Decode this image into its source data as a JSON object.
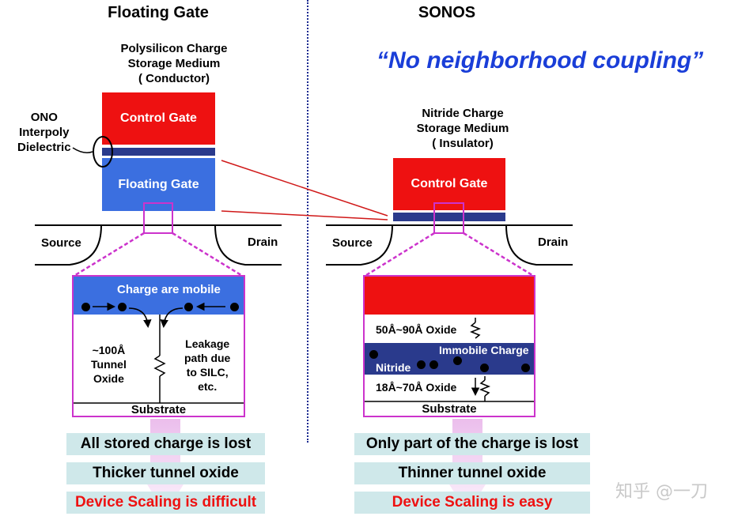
{
  "left": {
    "title": "Floating Gate",
    "storage_label": [
      "Polysilicon Charge",
      "Storage Medium",
      "( Conductor)"
    ],
    "ono_label": [
      "ONO",
      "Interpoly",
      "Dielectric"
    ],
    "control_gate": "Control Gate",
    "floating_gate": "Floating Gate",
    "source": "Source",
    "drain": "Drain",
    "detail": {
      "top_label": "Charge are mobile",
      "oxide_label": [
        "~100Å",
        "Tunnel",
        "Oxide"
      ],
      "leakage_label": [
        "Leakage",
        "path due",
        "to SILC,",
        "etc."
      ],
      "substrate": "Substrate"
    },
    "statements": [
      "All stored charge is lost",
      "Thicker tunnel oxide",
      "Device Scaling is difficult"
    ]
  },
  "right": {
    "title": "SONOS",
    "quote": "“No neighborhood coupling”",
    "storage_label": [
      "Nitride Charge",
      "Storage Medium",
      "( Insulator)"
    ],
    "control_gate": "Control Gate",
    "source": "Source",
    "drain": "Drain",
    "detail": {
      "top_oxide": "50Å~90Å  Oxide",
      "immobile": "Immobile Charge",
      "nitride": "Nitride",
      "tunnel_oxide": "18Å~70Å  Oxide",
      "substrate": "Substrate"
    },
    "statements": [
      "Only part of the charge is lost",
      "Thinner tunnel oxide",
      "Device Scaling is easy"
    ]
  },
  "watermark": "知乎 @一刀",
  "colors": {
    "control_gate": "#ee1111",
    "floating_gate": "#3b6fe0",
    "dielectric": "#2a3a8c",
    "quote": "#1a3ed8",
    "magnify": "#cc33cc",
    "pill": "#cfe8ea",
    "emphasis": "#ee1111"
  }
}
